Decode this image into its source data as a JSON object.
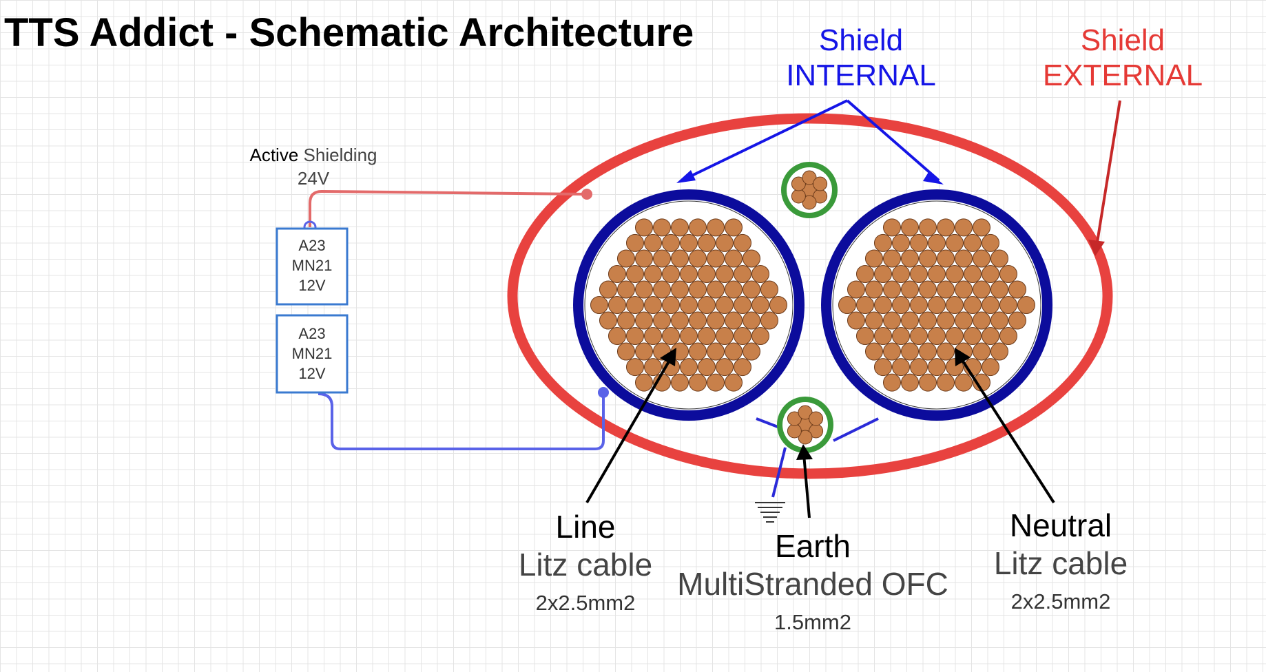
{
  "title": "TTS Addict - Schematic Architecture",
  "shield_internal": {
    "line1": "Shield",
    "line2": "INTERNAL"
  },
  "shield_external": {
    "line1": "Shield",
    "line2": "EXTERNAL"
  },
  "active_shielding": {
    "word1": "Active",
    "word2": "Shielding",
    "voltage": "24V"
  },
  "batteries": [
    {
      "model": "A23",
      "code": "MN21",
      "voltage": "12V"
    },
    {
      "model": "A23",
      "code": "MN21",
      "voltage": "12V"
    }
  ],
  "line_label": {
    "name": "Line",
    "type": "Litz cable",
    "spec": "2x2.5mm2"
  },
  "earth_label": {
    "name": "Earth",
    "type": "MultiStranded OFC",
    "spec": "1.5mm2"
  },
  "neutral_label": {
    "name": "Neutral",
    "type": "Litz cable",
    "spec": "2x2.5mm2"
  },
  "colors": {
    "external_shield": "#e8423f",
    "internal_shield": "#0c0c9c",
    "strand_fill": "#c8804a",
    "strand_stroke": "#6b3a1a",
    "earth_jacket": "#3a9a3a",
    "positive_wire": "#e36a6a",
    "negative_wire": "#5a63e8",
    "battery_border": "#3a7ad0"
  }
}
